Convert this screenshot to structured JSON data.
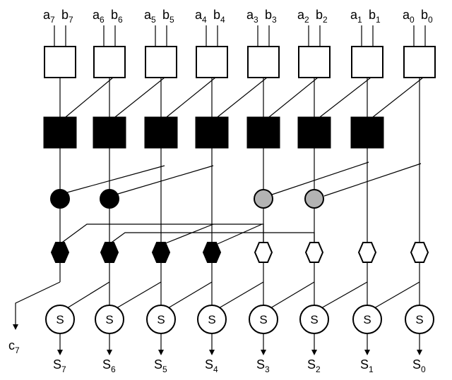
{
  "input_pairs": [
    {
      "a": "a",
      "a_sub": "7",
      "b": "b",
      "b_sub": "7"
    },
    {
      "a": "a",
      "a_sub": "6",
      "b": "b",
      "b_sub": "6"
    },
    {
      "a": "a",
      "a_sub": "5",
      "b": "b",
      "b_sub": "5"
    },
    {
      "a": "a",
      "a_sub": "4",
      "b": "b",
      "b_sub": "4"
    },
    {
      "a": "a",
      "a_sub": "3",
      "b": "b",
      "b_sub": "3"
    },
    {
      "a": "a",
      "a_sub": "2",
      "b": "b",
      "b_sub": "2"
    },
    {
      "a": "a",
      "a_sub": "1",
      "b": "b",
      "b_sub": "1"
    },
    {
      "a": "a",
      "a_sub": "0",
      "b": "b",
      "b_sub": "0"
    }
  ],
  "sum_node_label": "S",
  "outputs": [
    {
      "name": "S",
      "sub": "7"
    },
    {
      "name": "S",
      "sub": "6"
    },
    {
      "name": "S",
      "sub": "5"
    },
    {
      "name": "S",
      "sub": "4"
    },
    {
      "name": "S",
      "sub": "3"
    },
    {
      "name": "S",
      "sub": "2"
    },
    {
      "name": "S",
      "sub": "1"
    },
    {
      "name": "S",
      "sub": "0"
    }
  ],
  "carry_out": {
    "name": "c",
    "sub": "7"
  },
  "colors": {
    "stroke": "#000000",
    "filled": "#000000",
    "gray": "#b3b3b3",
    "white": "#ffffff"
  }
}
